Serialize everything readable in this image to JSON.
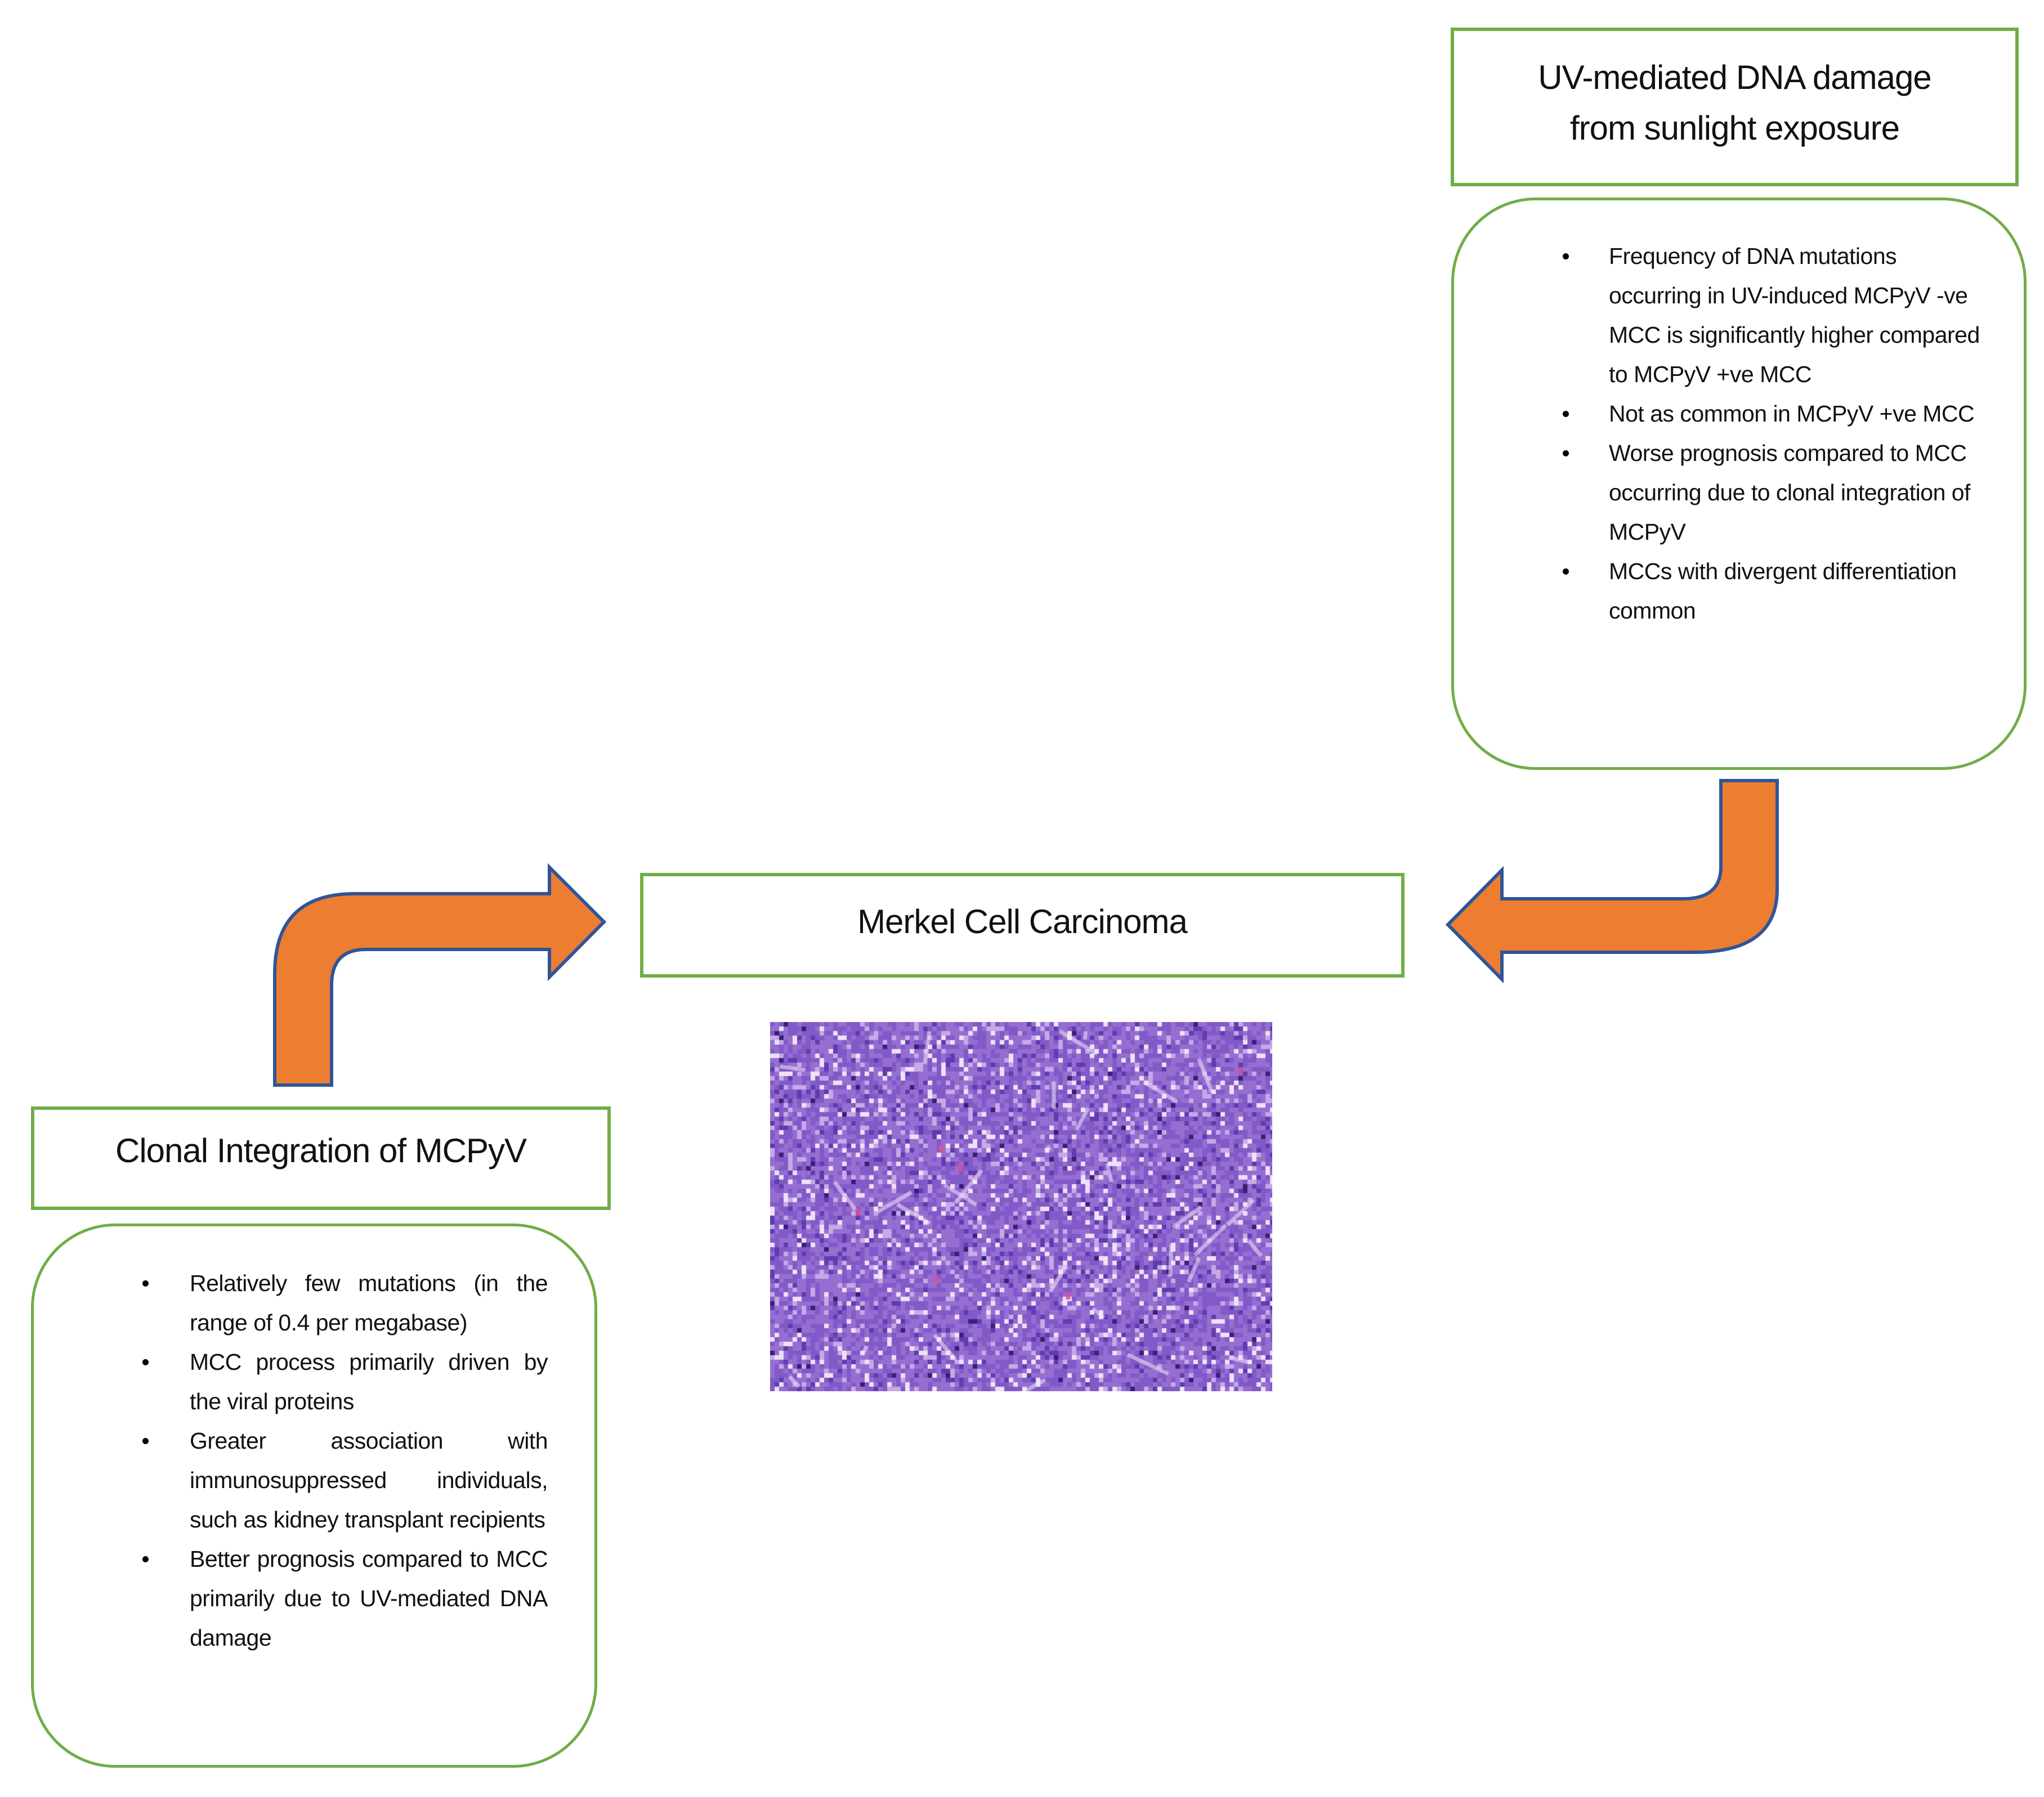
{
  "diagram": {
    "center": {
      "title": "Merkel Cell Carcinoma"
    },
    "histology_image": {
      "description": "H&E stained histology section of Merkel cell carcinoma (purple-stained tissue)"
    },
    "right_branch": {
      "title_line1": "UV-mediated DNA damage",
      "title_line2": "from sunlight exposure",
      "bullets": [
        "Frequency of DNA mutations occurring in UV-induced MCPyV -ve MCC is significantly higher compared to MCPyV +ve MCC",
        "Not as common in MCPyV +ve MCC",
        "Worse prognosis compared to MCC occurring due to clonal integration of MCPyV",
        "MCCs with divergent differentiation common"
      ]
    },
    "left_branch": {
      "title": "Clonal Integration of MCPyV",
      "bullets": [
        "Relatively few mutations (in the range of 0.4 per megabase)",
        "MCC process primarily driven by the viral proteins",
        "Greater association with immunosuppressed individuals, such as kidney transplant recipients",
        "Better prognosis compared to MCC primarily due to UV-mediated DNA damage"
      ]
    },
    "arrows": [
      {
        "from": "left_branch",
        "to": "center",
        "direction": "right"
      },
      {
        "from": "right_branch",
        "to": "center",
        "direction": "left"
      }
    ],
    "colors": {
      "box_border": "#70AD47",
      "arrow_fill": "#ED7D31",
      "arrow_outline": "#2F5597",
      "text": "#111111"
    }
  }
}
